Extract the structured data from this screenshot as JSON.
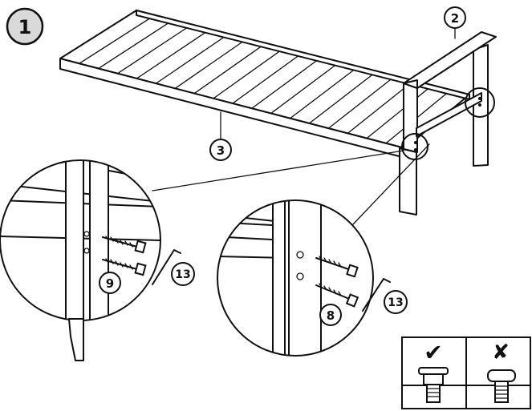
{
  "step": {
    "number": "1"
  },
  "callouts": {
    "part_backrest": "2",
    "part_frame": "3",
    "screw_left": "9",
    "allen_left": "13",
    "screw_right": "8",
    "allen_right": "13"
  },
  "legend": {
    "correct_mark": "✔",
    "wrong_mark": "✘"
  },
  "colors": {
    "ink": "#111111",
    "step_fill": "#d9d9d9",
    "paper": "#ffffff"
  }
}
